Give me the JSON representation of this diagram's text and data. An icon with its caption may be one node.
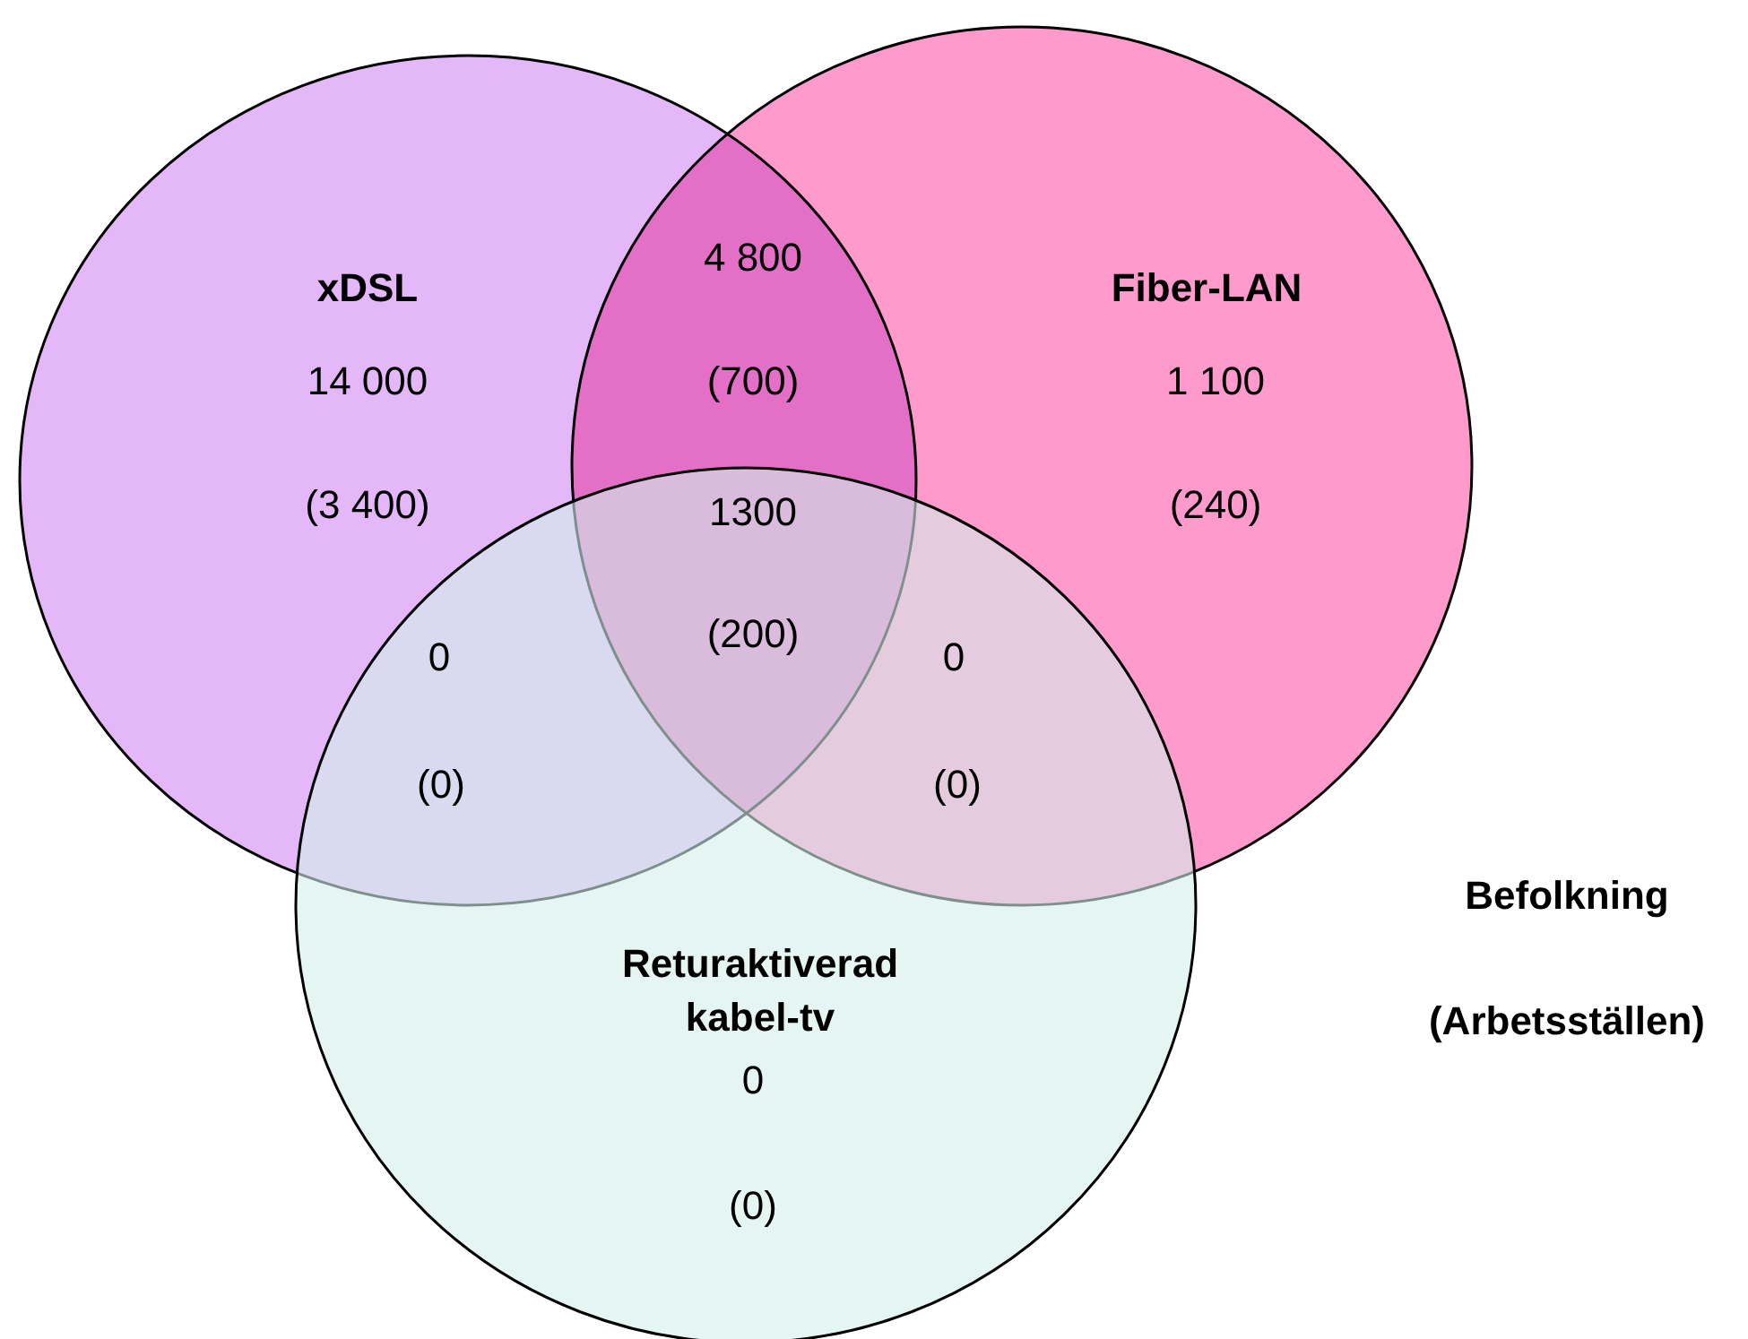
{
  "diagram": {
    "nodes": [
      {
        "text": [
          "xDSL"
        ]
      },
      {
        "text": [
          "Fiber-LAN"
        ]
      },
      {
        "text": [
          "Returaktiverad kabel-tv"
        ]
      }
    ],
    "labels": [
      "4 800",
      "14 000",
      "(700)",
      "1 100",
      "(3 400)",
      "1300",
      "(240)",
      "0",
      "(200)",
      "0",
      "(0)",
      "(0)",
      "Befolkning",
      "0",
      "(Arbetsställen)",
      "(0)"
    ]
  }
}
